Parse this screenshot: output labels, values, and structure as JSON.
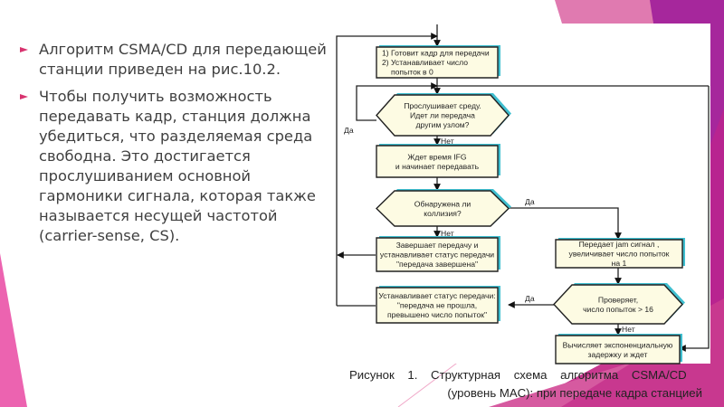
{
  "slide": {
    "bullets": [
      "Алгоритм CSMA/CD для передающей станции приведен на рис.10.2.",
      "Чтобы получить возможность передавать кадр, станция должна убедиться, что разделяемая среда свободна. Это достигается прослушиванием основной гармоники сигнала, которая также называется несущей частотой (carrier-sense, CS)."
    ],
    "caption": {
      "line1": "Рисунок 1. Структурная схема алгоритма CSMA/CD",
      "line2": "(уровень MAC): при передаче кадра станцией"
    },
    "colors": {
      "accent_pink": "#e7559f",
      "accent_magenta": "#a6279c",
      "bullet_marker": "#d8336f",
      "box_fill": "#fdfbe3",
      "box_shadow": "#3fbfd0"
    }
  },
  "flowchart": {
    "nodes": {
      "prepare": [
        "1) Готовит кадр для передачи",
        "2) Устанавливает число",
        "попыток в 0"
      ],
      "listen": [
        "Прослушивает среду.",
        "Идет ли передача",
        "другим узлом?"
      ],
      "wait_ifg": [
        "Ждет время IFG",
        "и начинает передавать"
      ],
      "collision": [
        "Обнаружена ли",
        "коллизия?"
      ],
      "finish": [
        "Завершает передачу и",
        "устанавливает статус передачи",
        "\"передача завершена\""
      ],
      "fail": [
        "Устанавливает статус передачи:",
        "\"передача не прошла,",
        "превышено число попыток\""
      ],
      "jam": [
        "Передает jam сигнал ,",
        "увеличивает число попыток",
        "на 1"
      ],
      "check": [
        "Проверяет,",
        "число попыток > 16"
      ],
      "backoff": [
        "Вычисляет экспоненциальную",
        "задержку и ждет"
      ]
    },
    "labels": {
      "yes": "Да",
      "no": "Нет"
    }
  }
}
